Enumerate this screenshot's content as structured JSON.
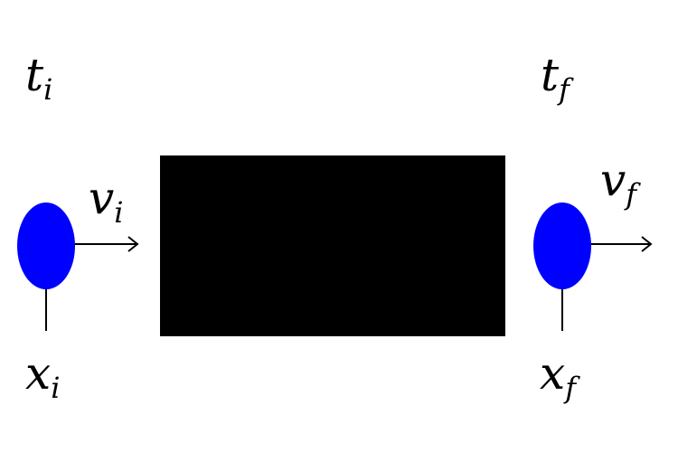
{
  "diagram": {
    "initial": {
      "time": {
        "base": "t",
        "sub": "i"
      },
      "velocity": {
        "base": "v",
        "sub": "i"
      },
      "position": {
        "base": "x",
        "sub": "i"
      }
    },
    "final": {
      "time": {
        "base": "t",
        "sub": "f"
      },
      "velocity": {
        "base": "v",
        "sub": "f"
      },
      "position": {
        "base": "x",
        "sub": "f"
      }
    },
    "colors": {
      "particle": "#0000ff",
      "box": "#000000",
      "line": "#000000"
    }
  }
}
